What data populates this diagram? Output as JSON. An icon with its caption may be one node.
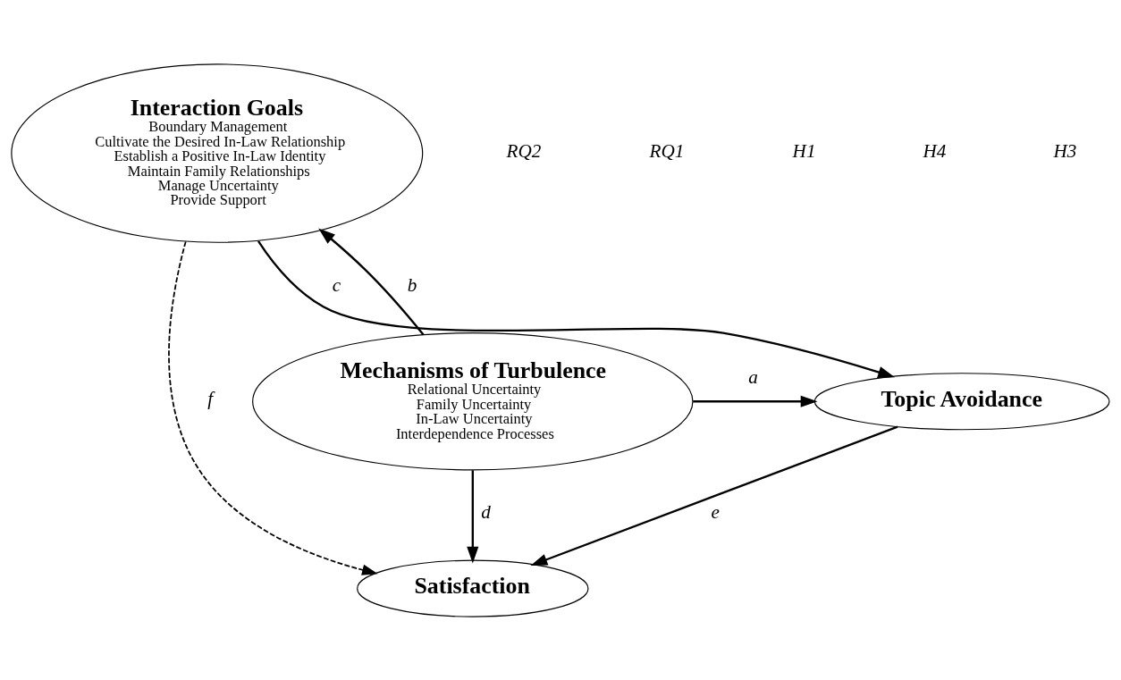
{
  "diagram": {
    "nodes": [
      {
        "text": [
          "Interaction Goals",
          "Boundary Management",
          "Cultivate the Desired In-Law Relationship",
          "Establish a Positive In-Law Identity",
          "Maintain Family Relationships",
          "Manage Uncertainty",
          "Provide Support"
        ]
      },
      {
        "text": [
          "Mechanisms of Turbulence",
          "Relational Uncertainty",
          "Family Uncertainty",
          "In-Law Uncertainty",
          "Interdependence Processes"
        ]
      },
      {
        "text": [
          "Topic Avoidance"
        ]
      },
      {
        "text": [
          "Satisfaction"
        ]
      }
    ],
    "edges": [
      {
        "from": 1,
        "to": 0,
        "arrow": "to",
        "label": "b"
      },
      {
        "from": 0,
        "to": 2,
        "arrow": "to",
        "label": "c"
      },
      {
        "from": 1,
        "to": 2,
        "arrow": "to",
        "label": "a"
      },
      {
        "from": 2,
        "to": 3,
        "arrow": "to",
        "label": "e"
      },
      {
        "from": 1,
        "to": 3,
        "arrow": "to",
        "label": "d"
      },
      {
        "from": 0,
        "to": 3,
        "arrow": "to",
        "label": "f",
        "style": "dashed"
      }
    ],
    "labels": [
      "RQ2",
      "RQ1",
      "H1",
      "H4",
      "H3"
    ]
  }
}
